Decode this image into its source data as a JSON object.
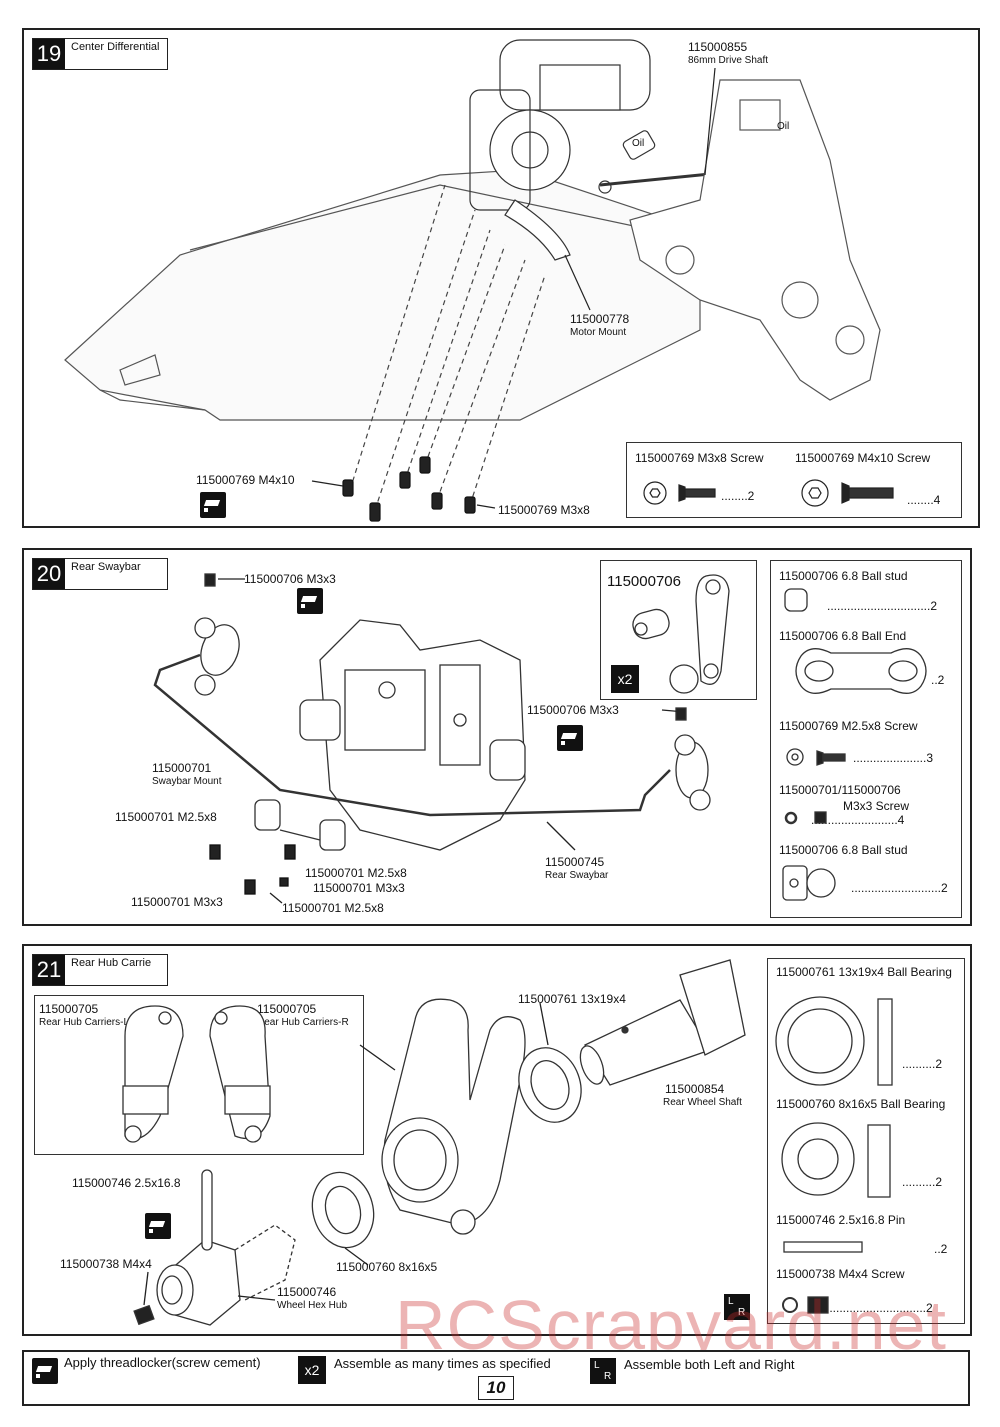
{
  "step19": {
    "number": "19",
    "title": "Center Differential",
    "labels": {
      "drive_shaft_pn": "115000855",
      "drive_shaft_name": "86mm Drive Shaft",
      "oil": "Oil",
      "motor_mount_pn": "115000778",
      "motor_mount_name": "Motor Mount",
      "screw_m4x10": "115000769 M4x10",
      "screw_m3x8": "115000769 M3x8"
    },
    "parts": {
      "item1": "115000769 M3x8 Screw",
      "item1_qty": "........2",
      "item2": "115000769 M4x10 Screw",
      "item2_qty": "........4"
    }
  },
  "step20": {
    "number": "20",
    "title": "Rear Swaybar",
    "labels": {
      "screw_top": "115000706 M3x3",
      "screw_right": "115000706 M3x3",
      "mount_pn": "115000701",
      "mount_name": "Swaybar Mount",
      "m25x8_a": "115000701 M2.5x8",
      "m25x8_b": "115000701 M2.5x8",
      "m3x3_a": "115000701 M3x3",
      "m3x3_b": "115000701 M3x3",
      "m25x8_c": "115000701 M2.5x8",
      "swaybar_pn": "115000745",
      "swaybar_name": "Rear Swaybar",
      "subassy_pn": "115000706",
      "subassy_mult": "x2"
    },
    "parts": {
      "item1": "115000706  6.8 Ball stud",
      "item1_qty": "...............................2",
      "item2": "115000706  6.8 Ball End",
      "item2_qty": "..2",
      "item3": "115000769  M2.5x8 Screw",
      "item3_qty": "......................3",
      "item4a": "115000701/115000706",
      "item4b": "M3x3 Screw",
      "item4_qty": "..........................4",
      "item5": "115000706  6.8 Ball stud",
      "item5_qty": "...........................2"
    }
  },
  "step21": {
    "number": "21",
    "title": "Rear Hub Carrie",
    "labels": {
      "carrier_l_pn": "115000705",
      "carrier_l_name": "Rear Hub Carriers-L",
      "carrier_r_pn": "115000705",
      "carrier_r_name": "Rear Hub Carriers-R",
      "bearing_big": "115000761 13x19x4",
      "shaft_pn": "115000854",
      "shaft_name": "Rear Wheel Shaft",
      "pin": "115000746 2.5x16.8",
      "screw": "115000738 M4x4",
      "bearing_small": "115000760 8x16x5",
      "hub_pn": "115000746",
      "hub_name": "Wheel Hex Hub"
    },
    "parts": {
      "item1": "115000761  13x19x4 Ball Bearing",
      "item1_qty": "..........2",
      "item2": "115000760  8x16x5 Ball Bearing",
      "item2_qty": "..........2",
      "item3": "115000746  2.5x16.8 Pin",
      "item3_qty": "..2",
      "item4": "115000738  M4x4 Screw",
      "item4_qty": "..............................2"
    }
  },
  "footer": {
    "threadlocker": "Apply threadlocker(screw cement)",
    "x2_icon": "x2",
    "multiple": "Assemble as many times as specified",
    "both": "Assemble both Left and Right",
    "page": "10"
  },
  "watermark": "RCScrapyard.net"
}
